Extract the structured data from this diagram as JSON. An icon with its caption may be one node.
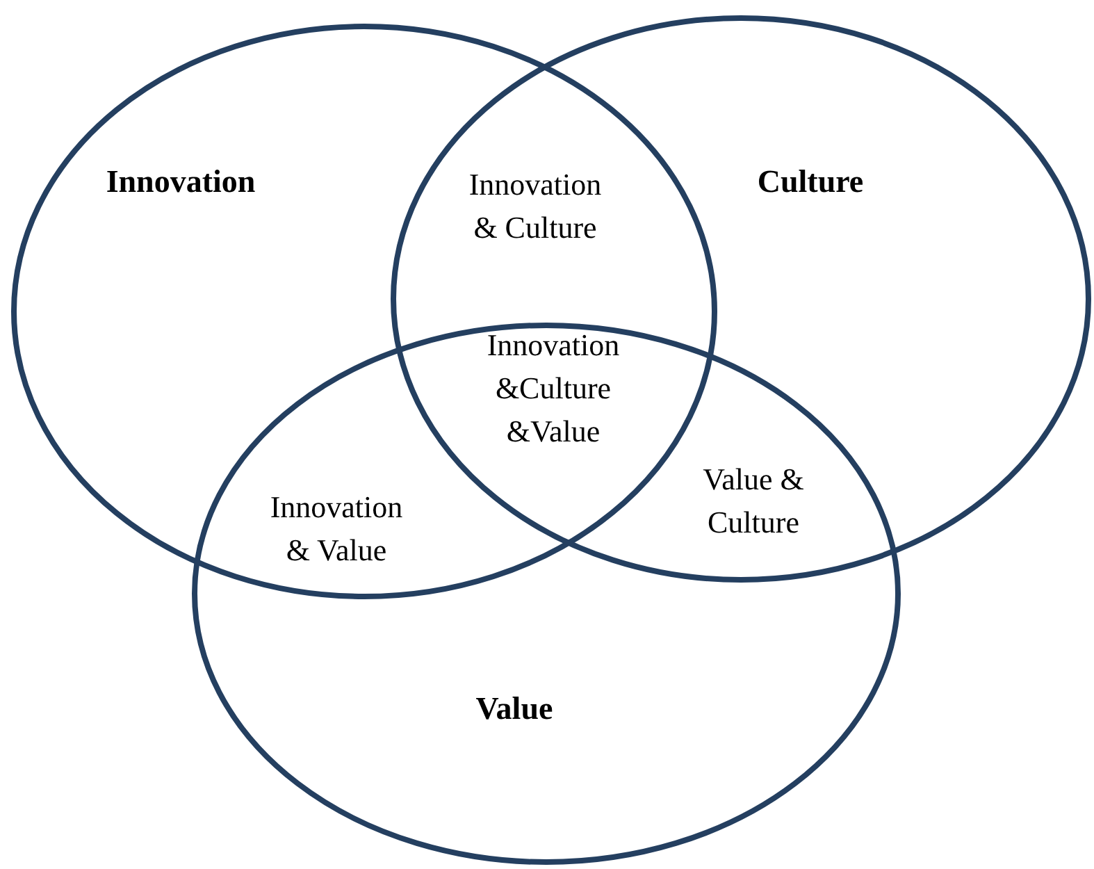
{
  "diagram": {
    "nodes": [
      {
        "text": [
          "Innovation"
        ]
      },
      {
        "text": [
          "Culture"
        ]
      },
      {
        "text": [
          "Value"
        ]
      }
    ],
    "labels": [
      "Innovation & Culture",
      "Innovation &Culture &Value",
      "Innovation & Value",
      "Value & Culture"
    ]
  }
}
